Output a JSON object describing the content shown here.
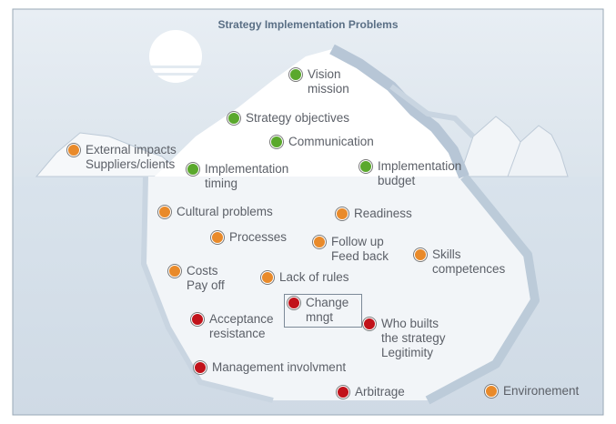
{
  "title": "Strategy Implementation Problems",
  "colors": {
    "sky": "#dfe7ef",
    "water": "#d5dfe8",
    "ice": "#f7f9fb",
    "ice_shadow": "#b7c6d6",
    "green": "#5aa82c",
    "orange": "#e98a2a",
    "red": "#c1121a"
  },
  "items": [
    {
      "id": "vision",
      "label": "Vision\nmission",
      "status": "green",
      "icon": "green-circle-icon"
    },
    {
      "id": "objectives",
      "label": "Strategy objectives",
      "status": "green",
      "icon": "green-circle-icon"
    },
    {
      "id": "communication",
      "label": "Communication",
      "status": "green",
      "icon": "green-circle-icon"
    },
    {
      "id": "external",
      "label": "External impacts\nSuppliers/clients",
      "status": "orange",
      "icon": "orange-circle-icon"
    },
    {
      "id": "timing",
      "label": "Implementation\ntiming",
      "status": "green",
      "icon": "green-circle-icon"
    },
    {
      "id": "budget",
      "label": "Implementation\nbudget",
      "status": "green",
      "icon": "green-circle-icon"
    },
    {
      "id": "cultural",
      "label": "Cultural problems",
      "status": "orange",
      "icon": "orange-circle-icon"
    },
    {
      "id": "readiness",
      "label": "Readiness",
      "status": "orange",
      "icon": "orange-circle-icon"
    },
    {
      "id": "processes",
      "label": "Processes",
      "status": "orange",
      "icon": "orange-circle-icon"
    },
    {
      "id": "followup",
      "label": "Follow up\nFeed back",
      "status": "orange",
      "icon": "orange-circle-icon"
    },
    {
      "id": "skills",
      "label": "Skills\ncompetences",
      "status": "orange",
      "icon": "orange-circle-icon"
    },
    {
      "id": "costs",
      "label": "Costs\nPay off",
      "status": "orange",
      "icon": "orange-circle-icon"
    },
    {
      "id": "rules",
      "label": "Lack of rules",
      "status": "orange",
      "icon": "orange-circle-icon"
    },
    {
      "id": "change",
      "label": "Change\nmngt",
      "status": "red",
      "icon": "red-circle-icon",
      "boxed": true
    },
    {
      "id": "acceptance",
      "label": "Acceptance\nresistance",
      "status": "red",
      "icon": "red-circle-icon"
    },
    {
      "id": "whobuilt",
      "label": "Who builts\nthe strategy\nLegitimity",
      "status": "red",
      "icon": "red-circle-icon"
    },
    {
      "id": "management",
      "label": "Management involvment",
      "status": "red",
      "icon": "red-circle-icon"
    },
    {
      "id": "arbitrage",
      "label": "Arbitrage",
      "status": "red",
      "icon": "red-circle-icon"
    },
    {
      "id": "environment",
      "label": "Environement",
      "status": "orange",
      "icon": "orange-circle-icon"
    }
  ]
}
